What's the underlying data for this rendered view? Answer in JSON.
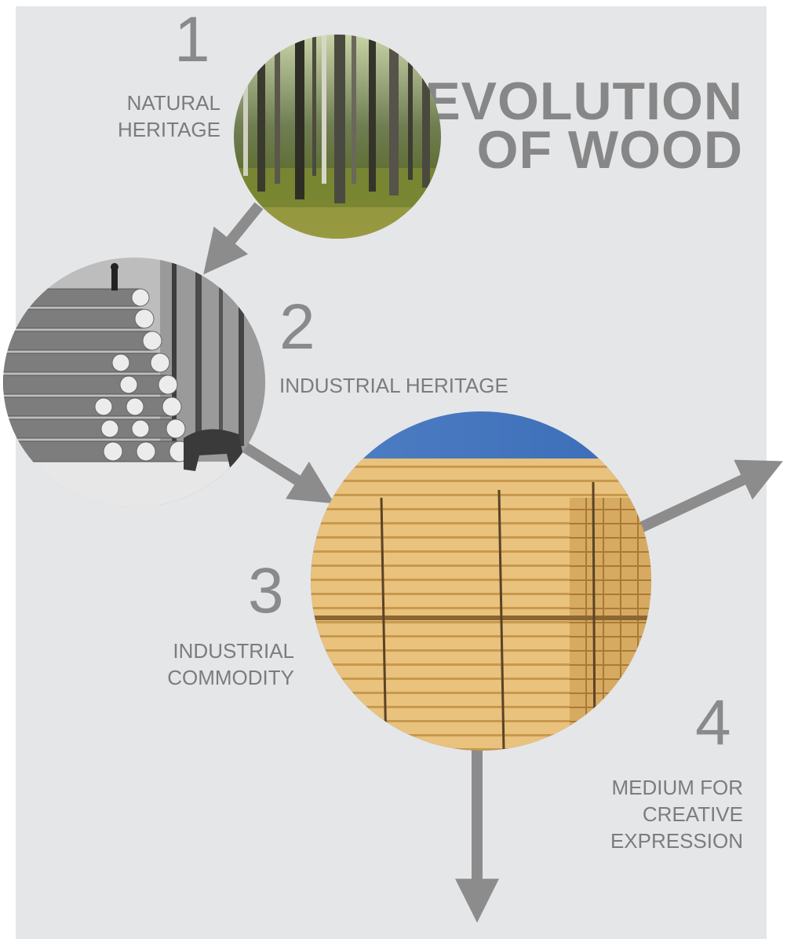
{
  "title": {
    "line1": "EVOLUTION",
    "line2": "OF WOOD"
  },
  "stages": [
    {
      "number": "1",
      "label_lines": [
        "NATURAL",
        "HERITAGE"
      ],
      "image": "forest-photo"
    },
    {
      "number": "2",
      "label_lines": [
        "INDUSTRIAL HERITAGE"
      ],
      "image": "log-pile-photo"
    },
    {
      "number": "3",
      "label_lines": [
        "INDUSTRIAL",
        "COMMODITY"
      ],
      "image": "lumber-stack-photo"
    },
    {
      "number": "4",
      "label_lines": [
        "MEDIUM FOR",
        "CREATIVE",
        "EXPRESSION"
      ]
    }
  ],
  "colors": {
    "background": "#e5e6e8",
    "arrow": "#8c8c8d",
    "text": "#7c7c7d"
  }
}
